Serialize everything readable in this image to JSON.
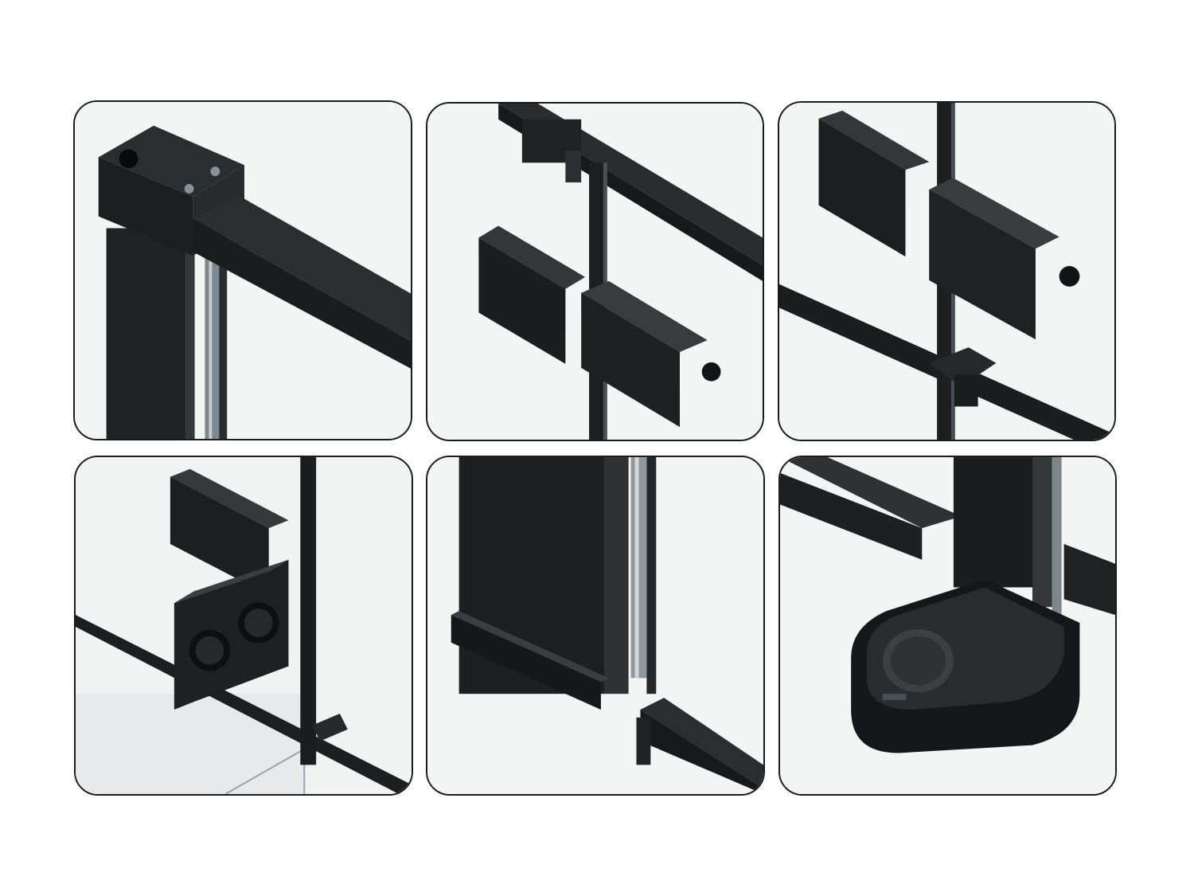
{
  "figure": {
    "panel_count": 6,
    "colors": {
      "background": "#ffffff",
      "panel_border": "#1b1b1b",
      "panel_fill": "#f3f4f4",
      "metal": "#1e2022",
      "metal_light": "#34383b",
      "metal_highlight": "#4a4f53",
      "glass_edge": "#9aa3a8"
    },
    "panels": [
      {
        "id": "top-left",
        "depicts": "frame-corner-cap"
      },
      {
        "id": "top-center",
        "depicts": "wall-hinge-top"
      },
      {
        "id": "top-right",
        "depicts": "door-hinge"
      },
      {
        "id": "bottom-left",
        "depicts": "hinge-with-round-cutouts"
      },
      {
        "id": "bottom-center",
        "depicts": "vertical-profile-base"
      },
      {
        "id": "bottom-right",
        "depicts": "floor-pivot-bearing"
      }
    ]
  }
}
